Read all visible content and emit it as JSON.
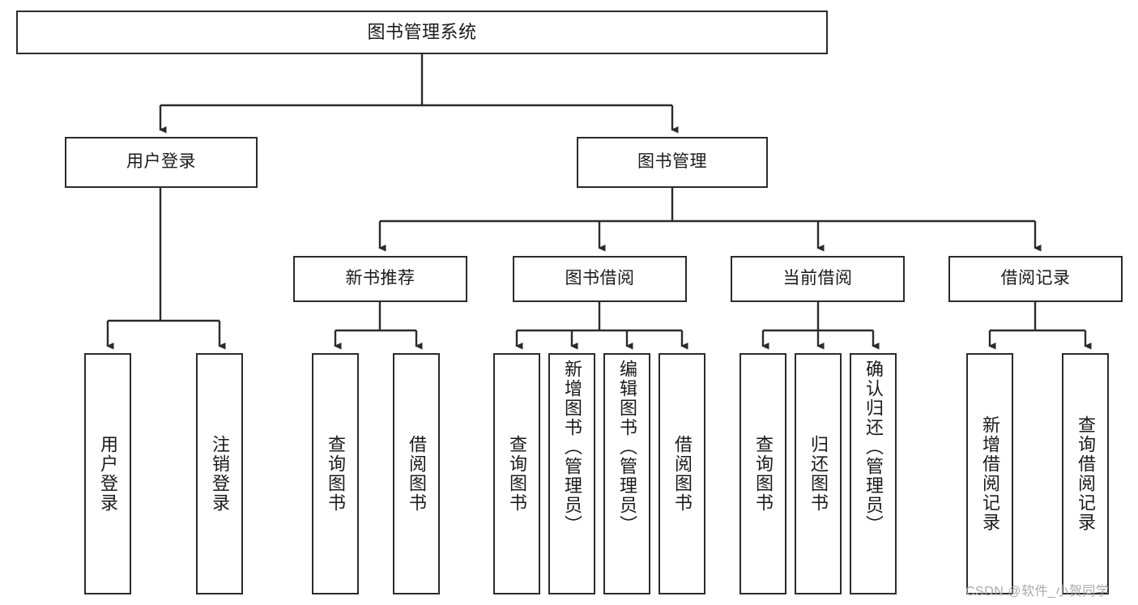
{
  "diagram": {
    "type": "tree",
    "title": "图书管理系统",
    "orientation": "top-down",
    "colors": {
      "box_stroke": "#2b2b2b",
      "box_fill": "#ffffff",
      "edge": "#2b2b2b",
      "text": "#1a1a1a",
      "watermark": "#a8a8a8",
      "background": "#ffffff"
    },
    "root": {
      "label": "图书管理系统"
    },
    "level2": [
      {
        "label": "用户登录"
      },
      {
        "label": "图书管理"
      }
    ],
    "level3": [
      {
        "label": "新书推荐"
      },
      {
        "label": "图书借阅"
      },
      {
        "label": "当前借阅"
      },
      {
        "label": "借阅记录"
      }
    ],
    "leaves": {
      "user_login": [
        {
          "label": "用户登录"
        },
        {
          "label": "注销登录"
        }
      ],
      "new_book_recommend": [
        {
          "label": "查询图书"
        },
        {
          "label": "借阅图书"
        }
      ],
      "book_borrow": [
        {
          "label": "查询图书"
        },
        {
          "label": "新增图书（管理员）"
        },
        {
          "label": "编辑图书（管理员）"
        },
        {
          "label": "借阅图书"
        }
      ],
      "current_borrow": [
        {
          "label": "查询图书"
        },
        {
          "label": "归还图书"
        },
        {
          "label": "确认归还（管理员）"
        }
      ],
      "borrow_record": [
        {
          "label": "新增借阅记录"
        },
        {
          "label": "查询借阅记录"
        }
      ]
    }
  },
  "watermark": {
    "text": "CSDN @软件_小贺同学"
  }
}
